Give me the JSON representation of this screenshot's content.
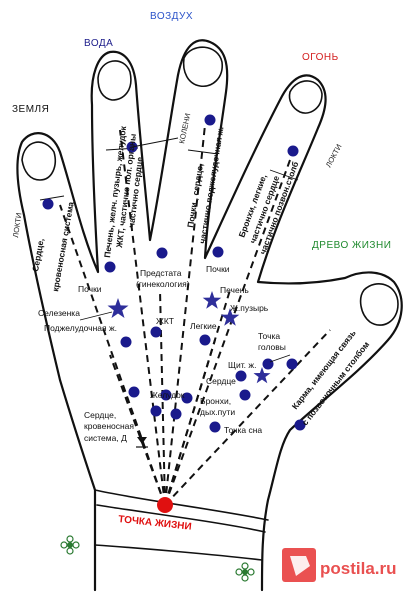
{
  "elements": {
    "earth": "ЗЕМЛЯ",
    "water": "ВОДА",
    "air": "ВОЗДУХ",
    "fire": "ОГОНЬ",
    "wood": "ДРЕВО ЖИЗНИ"
  },
  "colors": {
    "earth": "#111111",
    "water": "#1c1c8a",
    "air": "#2a52c9",
    "fire": "#d42020",
    "wood": "#1f8a2e",
    "life_point": "#e01010",
    "dots": "#1a1a8c",
    "watermark": "#e63232"
  },
  "side_labels": {
    "left_elbow": "ЛОКТИ",
    "knees": "КОЛЕНИ",
    "right_elbow": "ЛОКТИ"
  },
  "fingers": {
    "little": [
      "Сердце,",
      "кровеносная система"
    ],
    "ring": [
      "Печень, желч. пузырь, желудок",
      "ЖКТ, частично пол. органы",
      "частично сердце"
    ],
    "middle": [
      "Почки , сердце,",
      "частично поджелудочная ж."
    ],
    "index": [
      "Бронхи, легкие,",
      "частично сердце",
      "частично позвон.столб"
    ],
    "thumb": [
      "Карма, имеющая связь",
      "с позвоночным столбом"
    ]
  },
  "palm": {
    "pochki_left": "Почки",
    "prostate": [
      "Предстата",
      "(гинекология)"
    ],
    "pochki_right": "Почки",
    "selezenka": "Селезенка",
    "pechen": "Печень",
    "zh_puzyr": "Ж.пузырь",
    "podzhel": "Поджелудочная ж.",
    "zhkt": "ЖКТ",
    "legkie": "Легкие",
    "tochka_golovy": [
      "Точка",
      "головы"
    ],
    "shchit": "Щит. ж.",
    "serdce": "Сердце",
    "zheludok": "Желудок",
    "bronhi": [
      "Бронхи,",
      "дых.пути"
    ],
    "serdce_krov": [
      "Сердце,",
      "кровеносная",
      "система, Д"
    ],
    "tochka_sna": "Точка сна"
  },
  "life_point_label": "ТОЧКА ЖИЗНИ",
  "watermark": "postila.ru"
}
